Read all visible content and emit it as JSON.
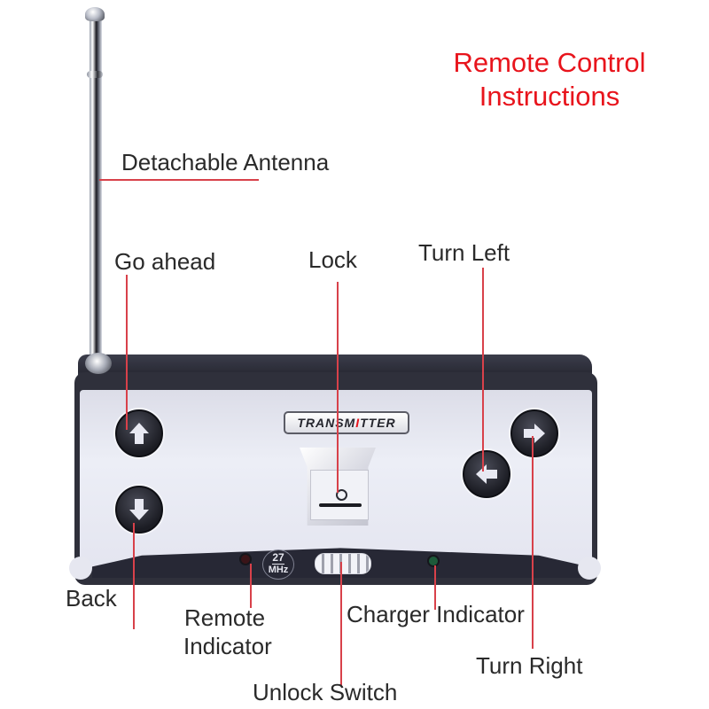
{
  "title": {
    "line1": "Remote Control",
    "line2": "Instructions",
    "color": "#e8141c"
  },
  "device": {
    "brand_label_prefix": "TRANSM",
    "brand_label_accent": "I",
    "brand_label_suffix": "TTER",
    "frequency_value": "27",
    "frequency_unit": "MHz"
  },
  "labels": {
    "antenna": "Detachable Antenna",
    "go_ahead": "Go ahead",
    "lock": "Lock",
    "turn_left": "Turn Left",
    "back": "Back",
    "remote_indicator_line1": "Remote",
    "remote_indicator_line2": "Indicator",
    "charger_indicator": "Charger Indicator",
    "turn_right": "Turn Right",
    "unlock_switch": "Unlock Switch"
  },
  "icons": {
    "up": "arrow-up-icon",
    "down": "arrow-down-icon",
    "left": "arrow-left-icon",
    "right": "arrow-right-icon"
  },
  "colors": {
    "leader_line": "#d8414a",
    "label_text": "#2a2a2a",
    "remote_led": "#3a1418",
    "charger_led": "#1d5a3a"
  }
}
